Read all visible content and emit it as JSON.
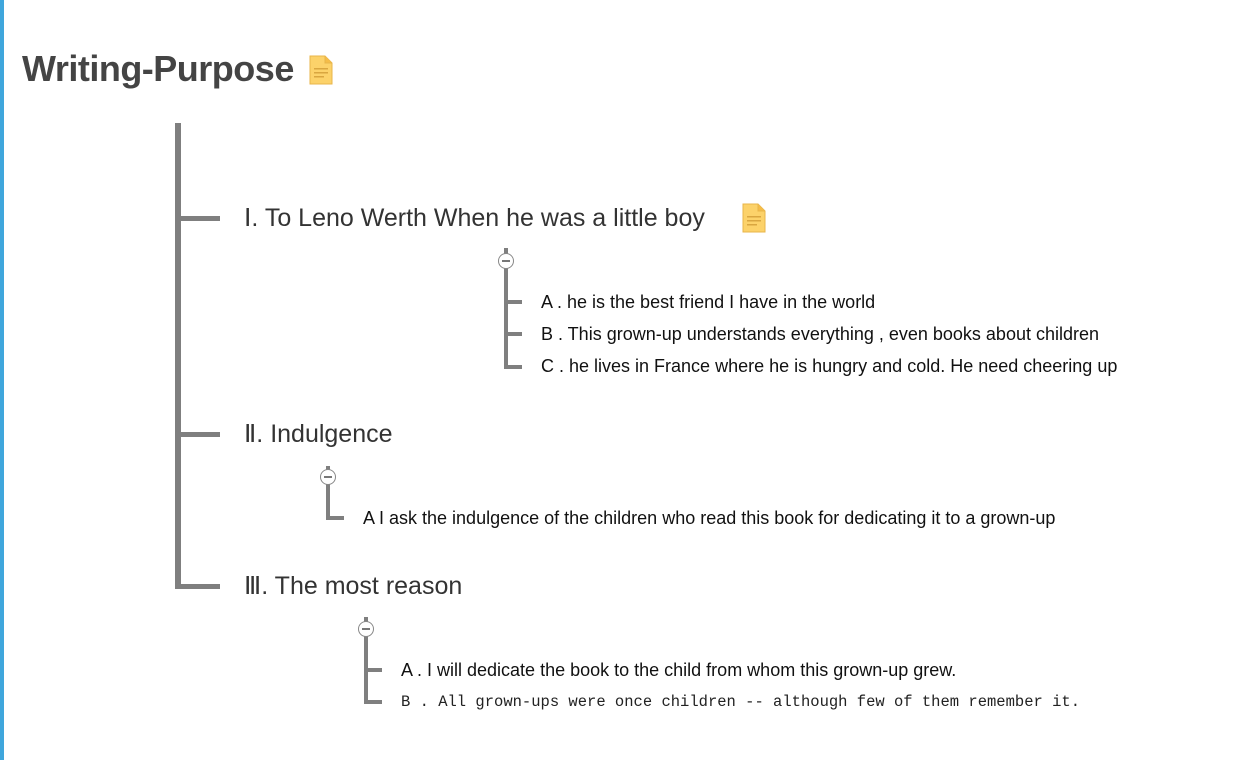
{
  "root": {
    "title": "Writing-Purpose",
    "note_icon": "note-icon"
  },
  "colors": {
    "accent": "#3fa6dc",
    "connector": "#7f7f7f",
    "note": "#fcd26a"
  },
  "sections": [
    {
      "label": "Ⅰ.  To Leno Werth When he was a little boy",
      "has_note": true,
      "items": [
        "A .   he is the best friend I have in the world",
        "B .   This grown-up understands everything , even books about children",
        "C .    he lives in France where he is hungry and cold. He need cheering up"
      ]
    },
    {
      "label": "Ⅱ.  Indulgence",
      "has_note": false,
      "items": [
        "A   I ask the indulgence of the children who read this book for dedicating it to a grown-up"
      ]
    },
    {
      "label": "Ⅲ.  The most reason",
      "has_note": false,
      "items": [
        "A .   I will dedicate the book to the child from whom this grown-up grew.",
        "B . All grown-ups were once children -- although few of them remember it."
      ]
    }
  ]
}
